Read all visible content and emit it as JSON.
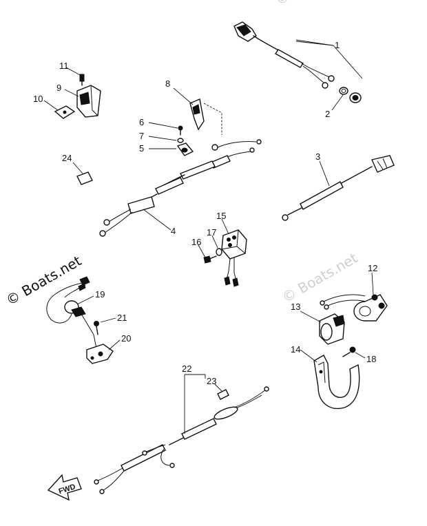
{
  "watermarks": {
    "main": "© Boats.net",
    "faint_right": "© Boats.net",
    "faint_top": "© Boats.net"
  },
  "fwd_label": "FWD",
  "callouts": {
    "c1": "1",
    "c2": "2",
    "c3": "3",
    "c4": "4",
    "c5": "5",
    "c6": "6",
    "c7": "7",
    "c8": "8",
    "c9": "9",
    "c10": "10",
    "c11": "11",
    "c12": "12",
    "c13": "13",
    "c14": "14",
    "c15": "15",
    "c16": "16",
    "c17": "17",
    "c18": "18",
    "c19": "19",
    "c20": "20",
    "c21": "21",
    "c22": "22",
    "c23": "23",
    "c24": "24"
  }
}
